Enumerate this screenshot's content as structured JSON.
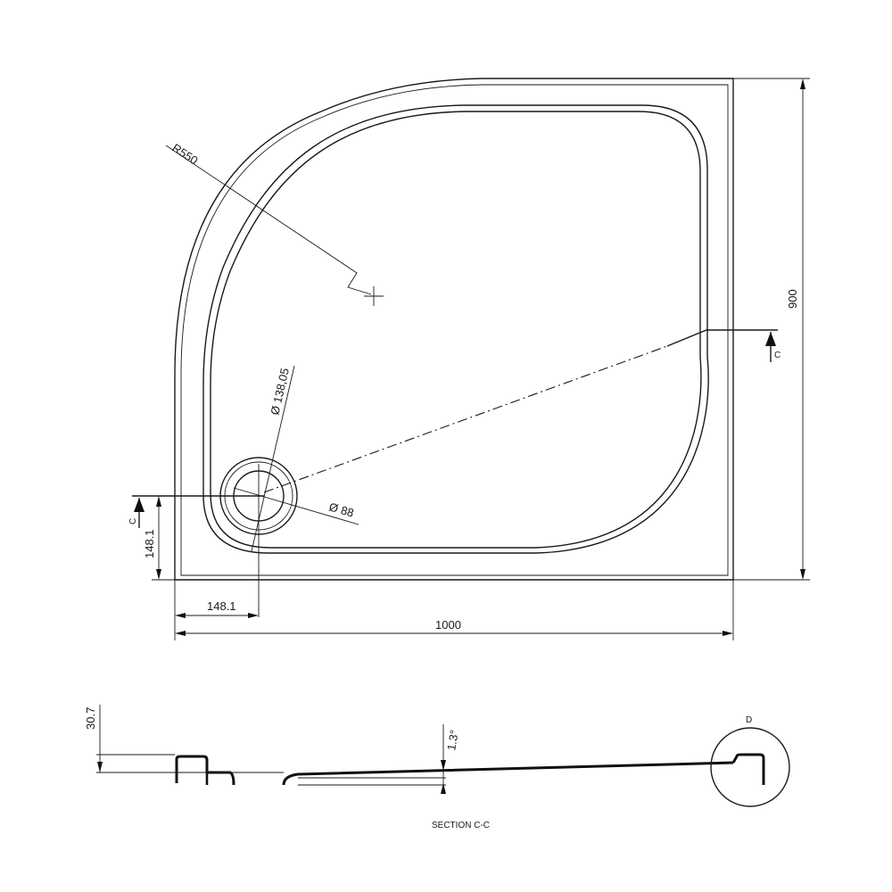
{
  "labels": {
    "radius": "R550",
    "outer_diameter": "Ø 138,05",
    "inner_diameter": "Ø 88",
    "height_dim": "900",
    "width_dim": "1000",
    "offset_x": "148.1",
    "offset_y": "148.1",
    "section_mark_right": "C",
    "section_mark_left": "C",
    "profile_height": "30.7",
    "slope": "1.3°",
    "detail_mark": "D",
    "section_title": "SECTION C-C"
  }
}
